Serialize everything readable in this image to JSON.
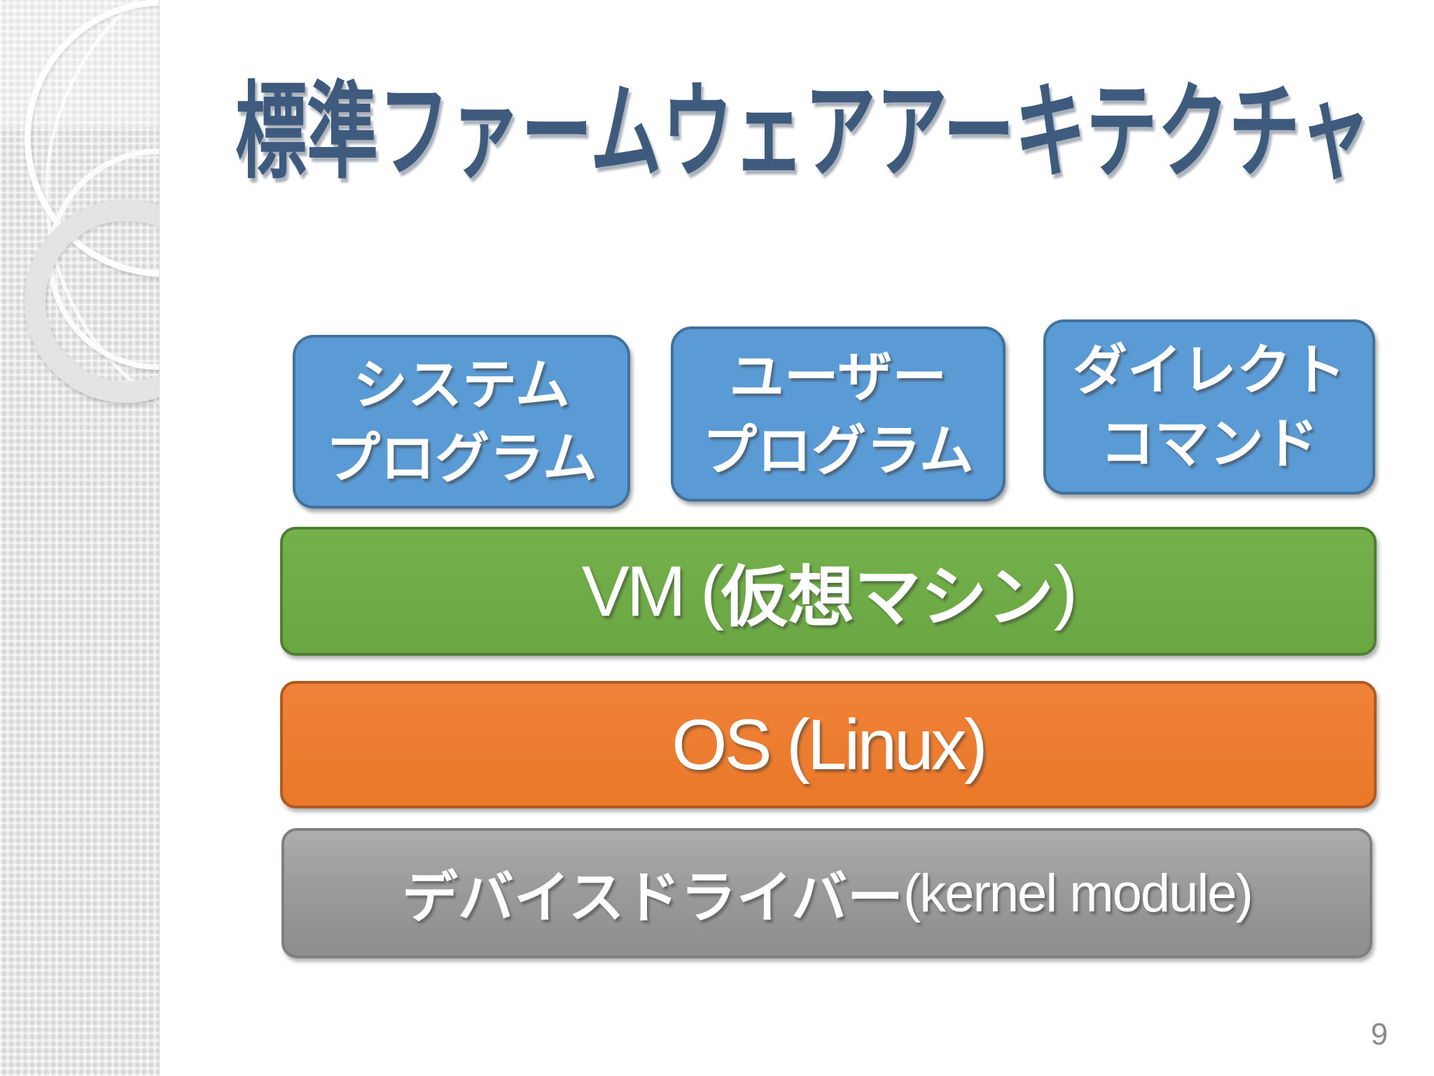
{
  "slide": {
    "title": "標準ファームウェアアーキテクチャ",
    "page_number": "9"
  },
  "architecture": {
    "top_boxes": [
      {
        "line1": "システム",
        "line2": "プログラム"
      },
      {
        "line1": "ユーザー",
        "line2": "プログラム"
      },
      {
        "line1": "ダイレクト",
        "line2": "コマンド"
      }
    ],
    "layers": {
      "vm": {
        "prefix": "VM (",
        "jp": "仮想マシン",
        "suffix": ")"
      },
      "os": {
        "label": "OS (Linux)"
      },
      "driver": {
        "label_jp": "デバイスドライバー",
        "label_en": " (kernel module)"
      }
    }
  },
  "colors": {
    "title_text": "#3e5a7c",
    "box_blue": "#5b9bd5",
    "box_blue_border": "#41719c",
    "layer_green": "#70ad47",
    "layer_green_border": "#507e32",
    "layer_orange": "#ed7d31",
    "layer_orange_border": "#ae5a21",
    "layer_gray": "#9a9a9a",
    "layer_gray_border": "#7f7f7f",
    "page_number_text": "#8a8a8a",
    "sidebar_background": "#e9e9e9"
  }
}
